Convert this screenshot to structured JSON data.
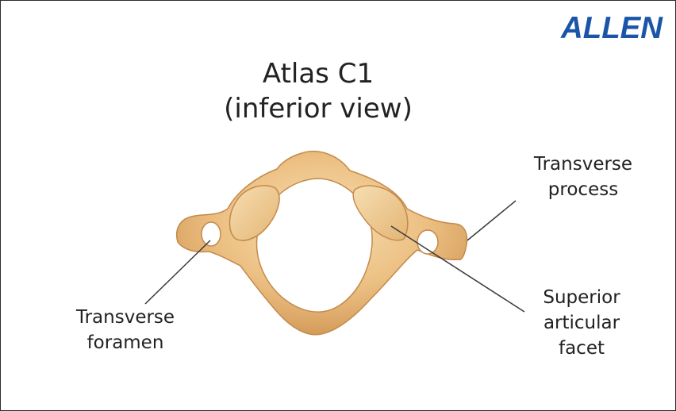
{
  "brand": {
    "logo_text": "ALLEN",
    "color": "#1a56a8"
  },
  "title": {
    "line1": "Atlas C1",
    "line2": "(inferior view)"
  },
  "labels": {
    "transverse_process": {
      "line1": "Transverse",
      "line2": "process"
    },
    "transverse_foramen": {
      "line1": "Transverse",
      "line2": "foramen"
    },
    "superior_articular_facet": {
      "line1": "Superior",
      "line2": "articular",
      "line3": "facet"
    }
  },
  "colors": {
    "bone_light": "#f5d6a8",
    "bone_mid": "#e8b878",
    "bone_dark": "#c98d4c",
    "facet": "#efcf9c",
    "text": "#222222",
    "leader": "#3a3a3a"
  }
}
